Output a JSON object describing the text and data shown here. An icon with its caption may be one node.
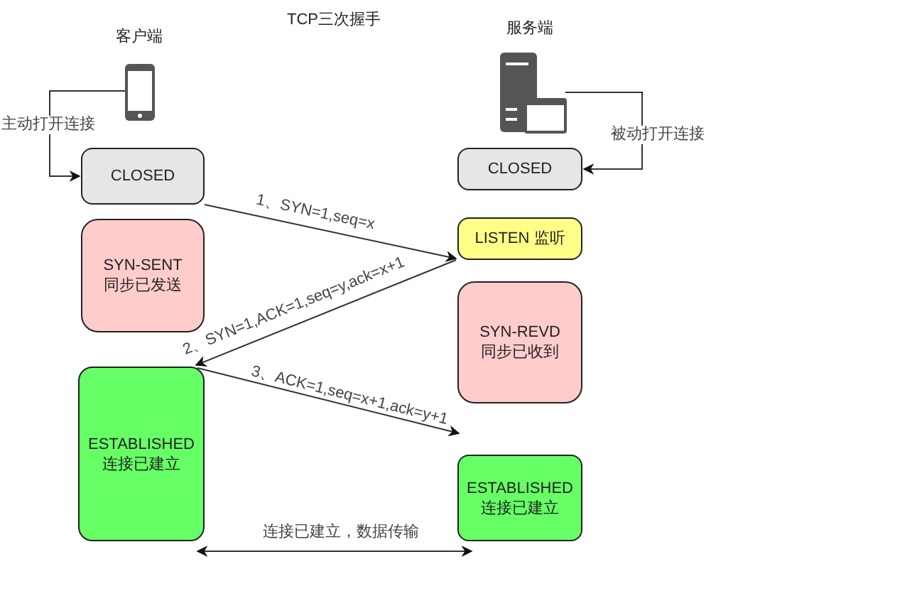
{
  "diagram": {
    "title": "TCP三次握手",
    "nodes": [
      {
        "text": [
          "客户端"
        ]
      },
      {
        "text": [
          "服务端"
        ]
      },
      {
        "text": [
          "CLOSED"
        ]
      },
      {
        "text": [
          "CLOSED"
        ]
      },
      {
        "text": [
          "SYN-SENT 同步已发送"
        ]
      },
      {
        "text": [
          "LISTEN 监听"
        ]
      },
      {
        "text": [
          "SYN-REVD 同步已收到"
        ]
      },
      {
        "text": [
          "ESTABLISHED 连接已建立"
        ]
      },
      {
        "text": [
          "ESTABLISHED 连接已建立"
        ]
      }
    ],
    "edges": [
      {
        "from": 0,
        "to": 2,
        "arrow": "to",
        "label": "主动打开连接"
      },
      {
        "from": 1,
        "to": 3,
        "arrow": "to",
        "label": "被动打开连接"
      },
      {
        "from": 2,
        "to": 5,
        "arrow": "to",
        "label": "1、SYN=1,seq=x"
      },
      {
        "from": 5,
        "to": 7,
        "arrow": "to",
        "label": "2、SYN=1,ACK=1,seq=y,ack=x+1"
      },
      {
        "from": 7,
        "to": 8,
        "arrow": "to",
        "label": "3、ACK=1,seq=x+1,ack=y+1"
      },
      {
        "from": 7,
        "to": 8,
        "arrow": "both",
        "label": "连接已建立，数据传输"
      }
    ]
  }
}
